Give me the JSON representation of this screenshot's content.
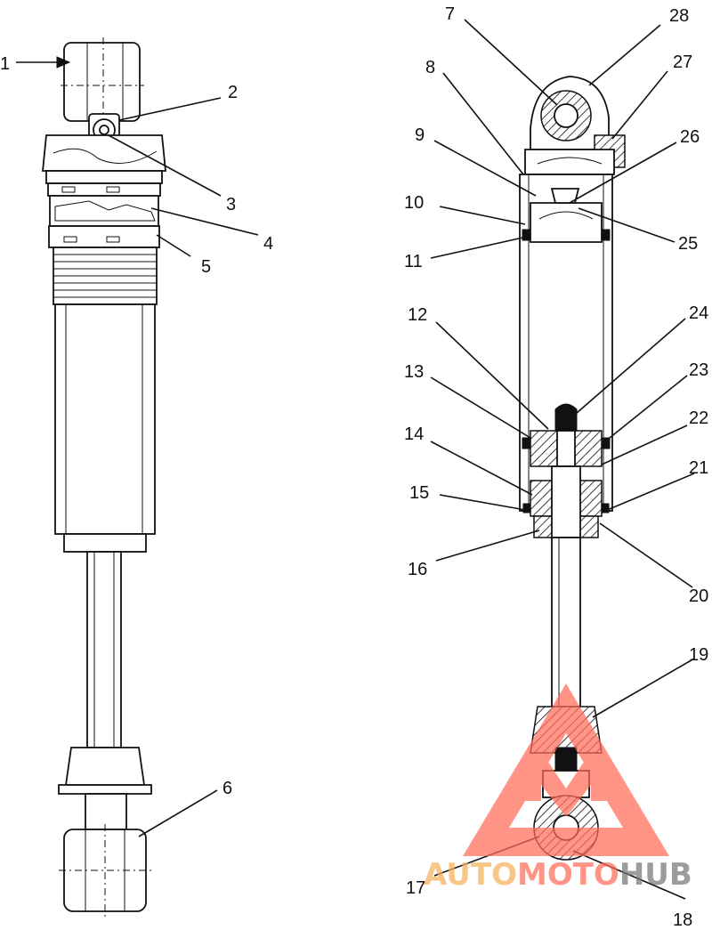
{
  "labels": {
    "l1": "1",
    "l2": "2",
    "l3": "3",
    "l4": "4",
    "l5": "5",
    "l6": "6",
    "l7": "7",
    "l8": "8",
    "l9": "9",
    "l10": "10",
    "l11": "11",
    "l12": "12",
    "l13": "13",
    "l14": "14",
    "l15": "15",
    "l16": "16",
    "l17": "17",
    "l18": "18",
    "l19": "19",
    "l20": "20",
    "l21": "21",
    "l22": "22",
    "l23": "23",
    "l24": "24",
    "l25": "25",
    "l26": "26",
    "l27": "27",
    "l28": "28"
  },
  "watermark": {
    "part1": "AUTO",
    "part2": "MOTO",
    "part3": "HUB",
    "color_primary": "#ff6b5a",
    "color_secondary": "#f6b25a",
    "color_dark": "#777777"
  }
}
